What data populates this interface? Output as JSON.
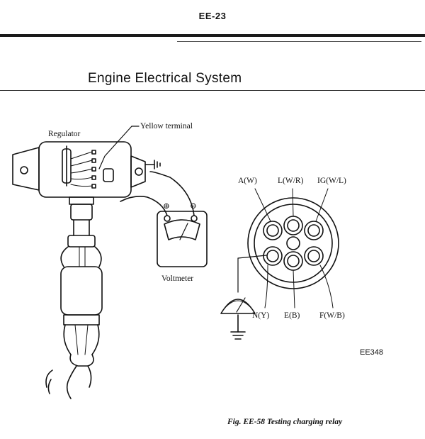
{
  "header": {
    "page_number": "EE-23"
  },
  "section": {
    "title": "Engine Electrical System"
  },
  "figure": {
    "labels": {
      "regulator": "Regulator",
      "yellow_terminal": "Yellow terminal",
      "voltmeter": "Voltmeter",
      "plus": "⊕",
      "minus": "⊖",
      "pin_a": "A(W)",
      "pin_l": "L(W/R)",
      "pin_ig": "IG(W/L)",
      "pin_n": "N(Y)",
      "pin_e": "E(B)",
      "pin_f": "F(W/B)",
      "code": "EE348"
    },
    "caption": "Fig. EE-58 Testing charging relay"
  }
}
